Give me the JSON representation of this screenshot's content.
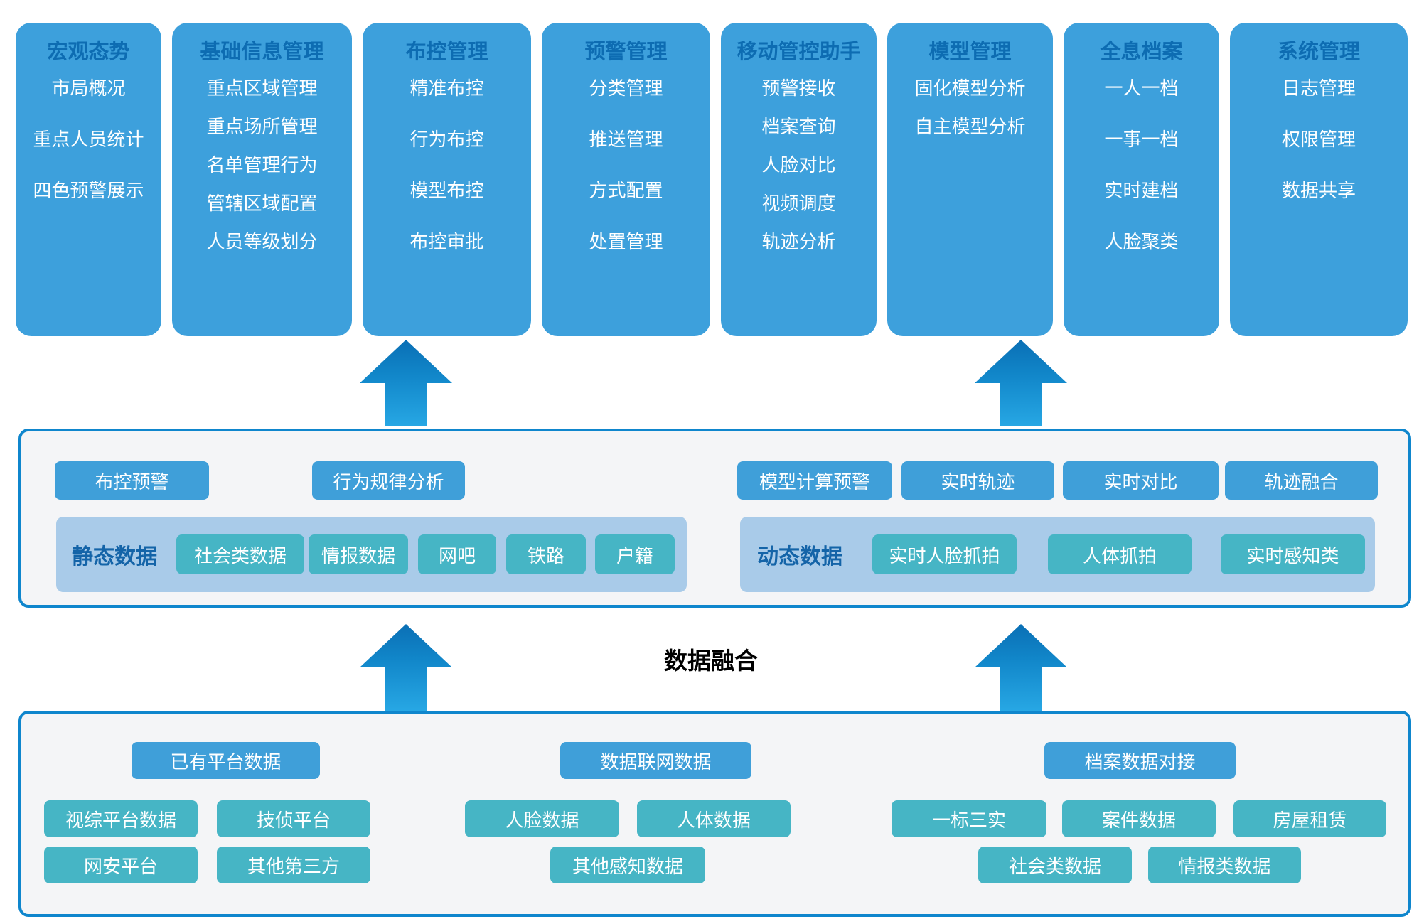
{
  "colors": {
    "card_blue": "#3da0dc",
    "card_title_blue": "#0d6cb2",
    "panel_border_blue": "#0f86cd",
    "panel_bg": "#f4f5f7",
    "band_light_blue": "#a9cbe9",
    "band_label_blue": "#1464a8",
    "teal": "#46b5c5",
    "button_blue": "#3f9fd9",
    "arrow_gradient_top": "#0a6fb5",
    "arrow_gradient_bottom": "#27a7e4"
  },
  "cards": [
    {
      "title": "宏观态势",
      "items": [
        "市局概况",
        "重点人员统计",
        "四色预警展示"
      ]
    },
    {
      "title": "基础信息管理",
      "items": [
        "重点区域管理",
        "重点场所管理",
        "名单管理行为",
        "管辖区域配置",
        "人员等级划分"
      ]
    },
    {
      "title": "布控管理",
      "items": [
        "精准布控",
        "行为布控",
        "模型布控",
        "布控审批"
      ]
    },
    {
      "title": "预警管理",
      "items": [
        "分类管理",
        "推送管理",
        "方式配置",
        "处置管理"
      ]
    },
    {
      "title": "移动管控助手",
      "items": [
        "预警接收",
        "档案查询",
        "人脸对比",
        "视频调度",
        "轨迹分析"
      ]
    },
    {
      "title": "模型管理",
      "items": [
        "固化模型分析",
        "自主模型分析"
      ]
    },
    {
      "title": "全息档案",
      "items": [
        "一人一档",
        "一事一档",
        "实时建档",
        "人脸聚类"
      ]
    },
    {
      "title": "系统管理",
      "items": [
        "日志管理",
        "权限管理",
        "数据共享"
      ]
    }
  ],
  "middle_panel": {
    "left": {
      "buttons": [
        "布控预警",
        "行为规律分析"
      ],
      "band_label": "静态数据",
      "band_items": [
        "社会类数据",
        "情报数据",
        "网吧",
        "铁路",
        "户籍"
      ]
    },
    "right": {
      "buttons": [
        "模型计算预警",
        "实时轨迹",
        "实时对比",
        "轨迹融合"
      ],
      "band_label": "动态数据",
      "band_items": [
        "实时人脸抓拍",
        "人体抓拍",
        "实时感知类"
      ]
    }
  },
  "fusion_label": "数据融合",
  "bottom_panel": {
    "groups": [
      {
        "header": "已有平台数据",
        "items": [
          "视综平台数据",
          "技侦平台",
          "网安平台",
          "其他第三方"
        ]
      },
      {
        "header": "数据联网数据",
        "items": [
          "人脸数据",
          "人体数据",
          "其他感知数据"
        ]
      },
      {
        "header": "档案数据对接",
        "items": [
          "一标三实",
          "案件数据",
          "房屋租赁",
          "社会类数据",
          "情报类数据"
        ]
      }
    ]
  }
}
